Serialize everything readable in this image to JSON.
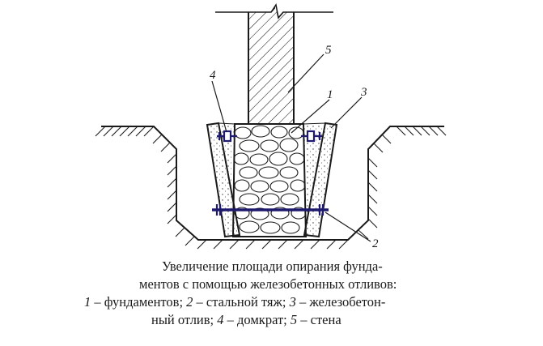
{
  "figure": {
    "labels": {
      "l1": "1",
      "l2": "2",
      "l3": "3",
      "l4": "4",
      "l5": "5"
    },
    "colors": {
      "line": "#1a1a1a",
      "steel": "#1f1a6e"
    }
  },
  "caption": {
    "line1": "Увеличение площади опирания фунда-",
    "line2": "ментов с помощью железобетонных отливов:",
    "line3": [
      {
        "n": "1",
        "t": " – фундаментов; "
      },
      {
        "n": "2",
        "t": " – стальной тяж; "
      },
      {
        "n": "3",
        "t": " – железобетон-"
      }
    ],
    "line4_pre": "ный отлив; ",
    "line4": [
      {
        "n": "4",
        "t": " – домкрат; "
      },
      {
        "n": "5",
        "t": " – стена"
      }
    ]
  }
}
